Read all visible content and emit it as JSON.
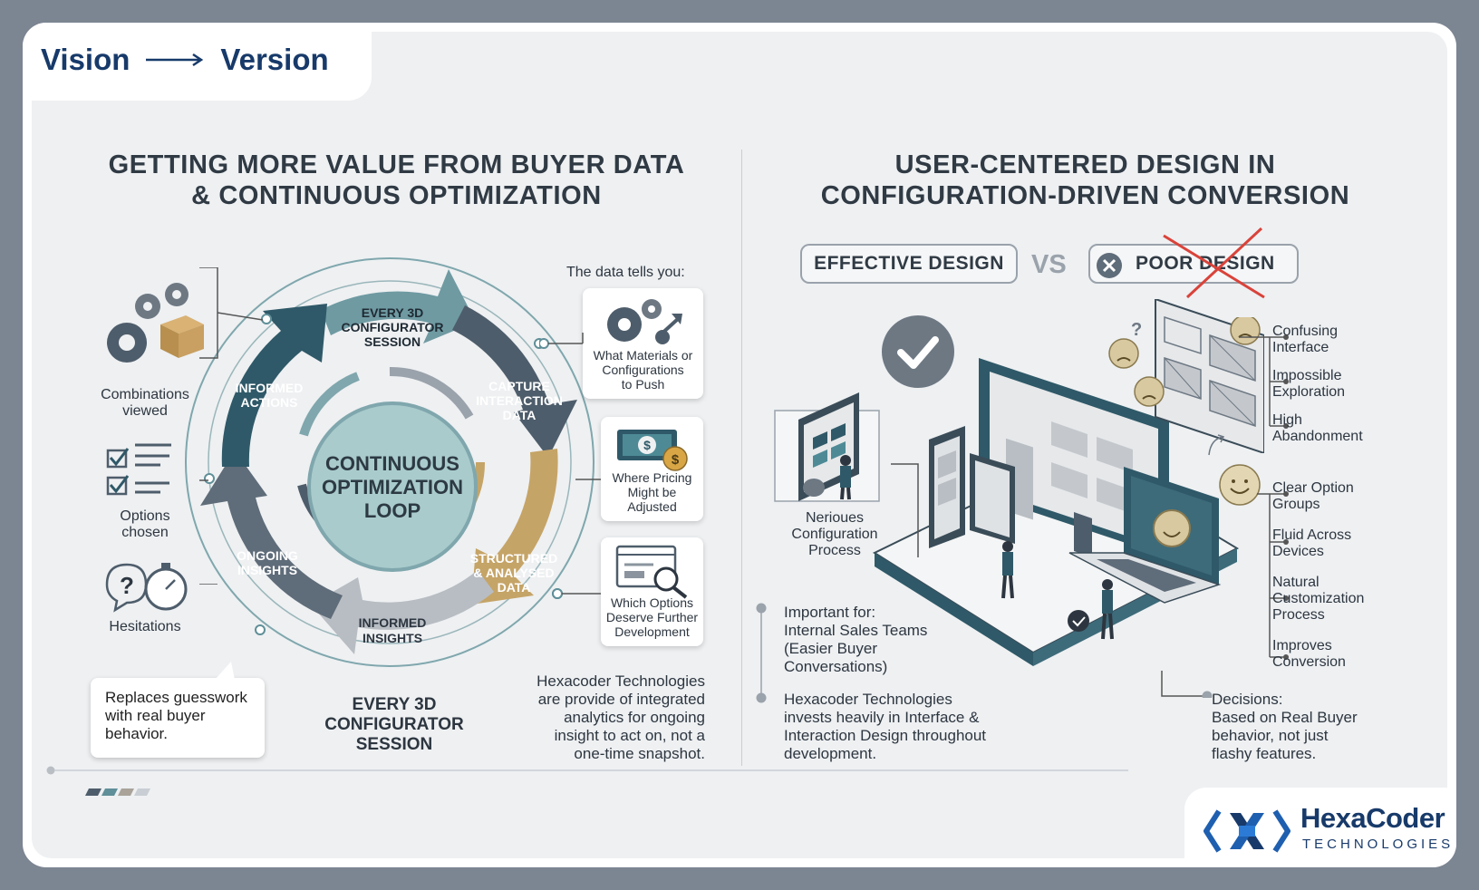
{
  "brand": {
    "left": "Vision",
    "right": "Version"
  },
  "left_panel": {
    "title_line1": "GETTING MORE VALUE FROM BUYER DATA",
    "title_line2": "& CONTINUOUS OPTIMIZATION",
    "loop": {
      "center_line1": "CONTINUOUS",
      "center_line2": "OPTIMIZATION",
      "center_line3": "LOOP",
      "stage_session": [
        "EVERY 3D",
        "CONFIGURATOR",
        "SESSION"
      ],
      "stage_capture": [
        "CAPTURE",
        "INTERACTION",
        "DATA"
      ],
      "stage_structured": [
        "STRUCTURED",
        "& ANALYSED",
        "DATA"
      ],
      "stage_informed_insights": [
        "INFORMED",
        "INSIGHTS"
      ],
      "stage_ongoing": [
        "ONGOING",
        "INSIGHTS"
      ],
      "stage_actions": [
        "INFORMED",
        "ACTIONS"
      ],
      "bottom_caption": [
        "EVERY 3D",
        "CONFIGURATOR",
        "SESSION"
      ]
    },
    "inputs": [
      {
        "label": [
          "Combinations",
          "viewed"
        ],
        "icon": "gears-box-icon"
      },
      {
        "label": [
          "Options",
          "chosen"
        ],
        "icon": "checklist-icon"
      },
      {
        "label": [
          "Hesitations"
        ],
        "icon": "question-stopwatch-icon"
      }
    ],
    "callout": "Replaces guesswork with real buyer behavior.",
    "data_tells_heading": "The data tells you:",
    "data_cards": [
      {
        "text": [
          "What Materials or",
          "Configurations",
          "to Push"
        ],
        "icon": "gears-arrow-icon"
      },
      {
        "text": [
          "Where Pricing",
          "Might be",
          "Adjusted"
        ],
        "icon": "money-icon"
      },
      {
        "text": [
          "Which Options",
          "Deserve Further",
          "Development"
        ],
        "icon": "browser-search-icon"
      }
    ],
    "note": [
      "Hexacoder Technologies",
      "are provide of integrated",
      "analytics for ongoing",
      "insight to act on, not a",
      "one-time snapshot."
    ]
  },
  "right_panel": {
    "title_line1": "USER-CENTERED DESIGN IN",
    "title_line2": "CONFIGURATION-DRIVEN CONVERSION",
    "effective_label": "EFFECTIVE DESIGN",
    "vs_label": "VS",
    "poor_label": "POOR DESIGN",
    "process_label": [
      "Nerioues",
      "Configuration",
      "Process"
    ],
    "poor_list": [
      [
        "Confusing",
        "Interface"
      ],
      [
        "Impossible",
        "Exploration"
      ],
      [
        "High",
        "Abandonment"
      ]
    ],
    "good_list": [
      [
        "Clear Option",
        "Groups"
      ],
      [
        "Fluid Across",
        "Devices"
      ],
      [
        "Natural",
        "Customization",
        "Process"
      ],
      [
        "Improves",
        "Conversion"
      ]
    ],
    "important_for": [
      "Important for:",
      "Internal Sales Teams",
      "(Easier Buyer",
      "Conversations)"
    ],
    "invests": [
      "Hexacoder Technologies",
      "invests heavily in Interface &",
      "Interaction Design throughout",
      "development."
    ],
    "decisions": [
      "Decisions:",
      "Based on Real Buyer",
      "behavior, not just",
      "flashy features."
    ]
  },
  "footer_logo": {
    "name": "HexaCoder",
    "sub": "TECHNOLOGIES"
  },
  "colors": {
    "teal_dark": "#2f5968",
    "teal_mid": "#5f8f98",
    "teal_light": "#a9cbcc",
    "gold": "#c5a467",
    "slate": "#4d5a66",
    "gray": "#b9bec4",
    "navy": "#173a6a",
    "blue": "#1f5fb0"
  }
}
